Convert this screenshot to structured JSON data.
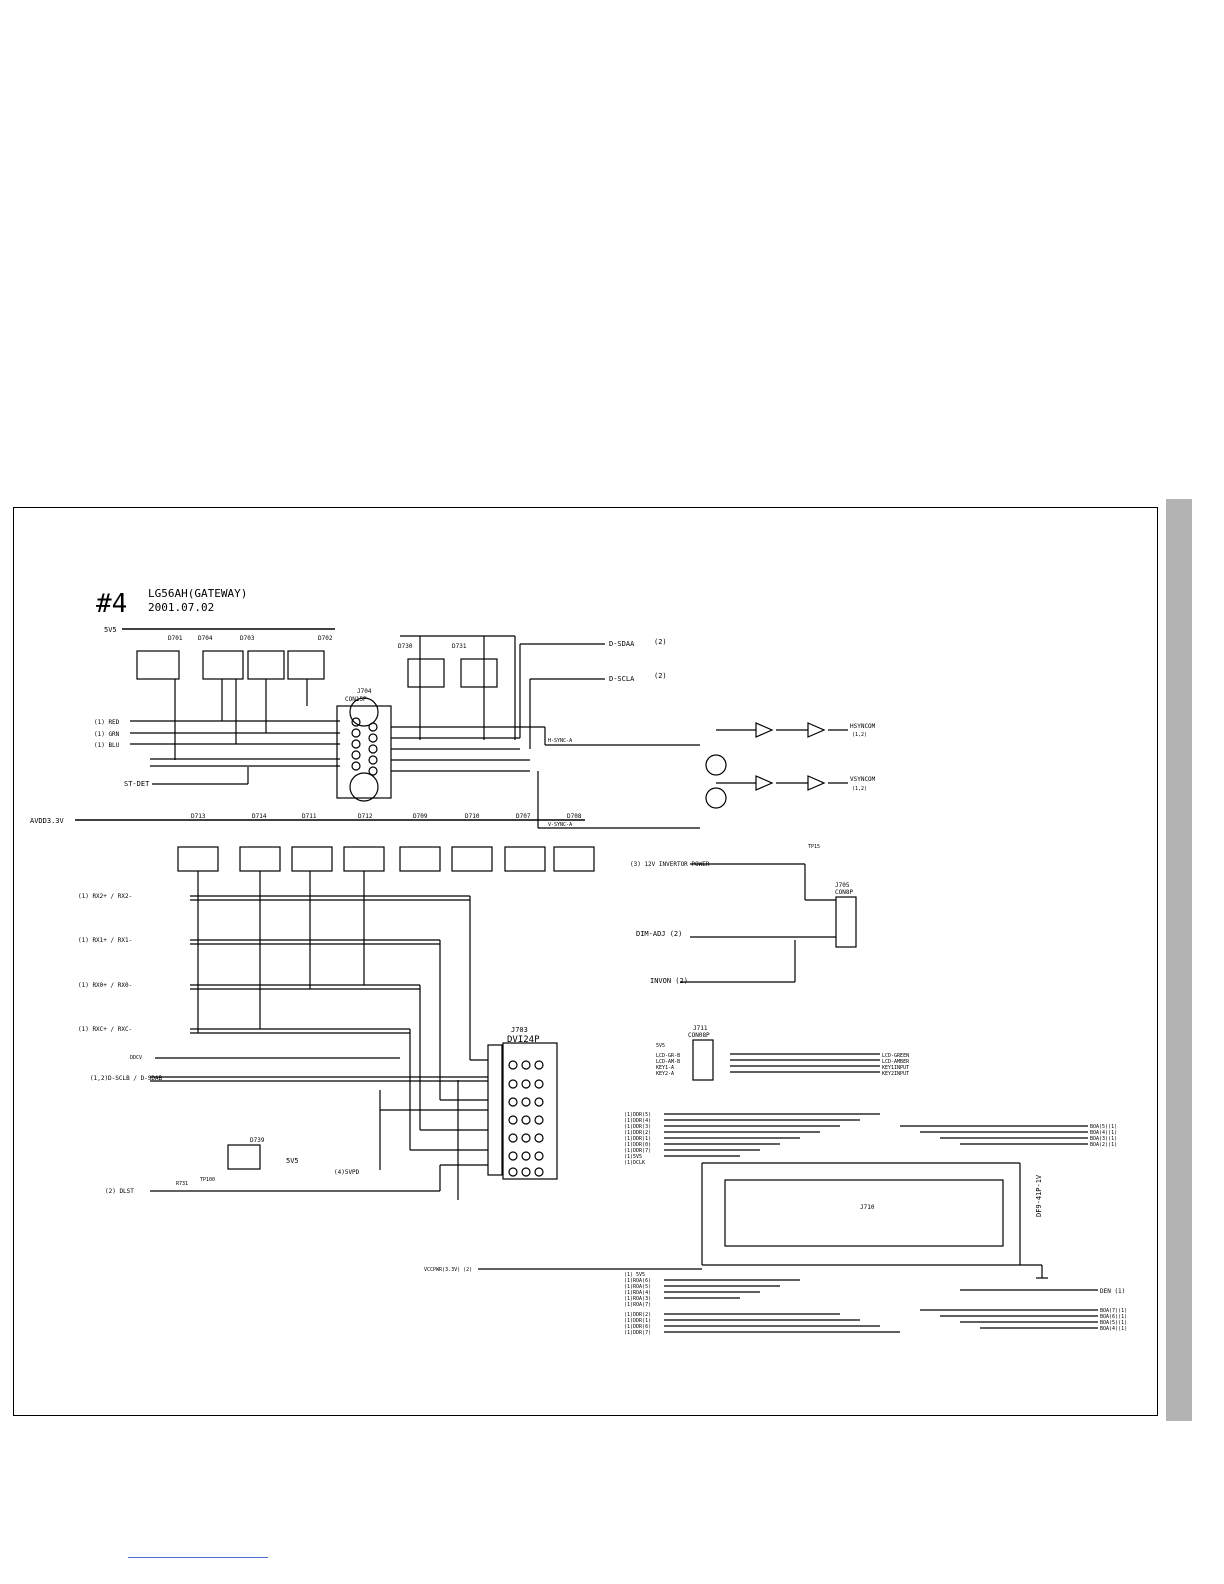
{
  "sheet": {
    "number": "#4",
    "title": "LG56AH(GATEWAY)",
    "date": "2001.07.02"
  },
  "rails": {
    "v5": "5V5",
    "avdd": "AVDD3.3V"
  },
  "vga": {
    "connector_ref": "J704",
    "connector_name": "CON15P",
    "inputs": [
      "(1) RED",
      "(1) GRN",
      "(1) BLU"
    ],
    "st_det": "ST-DET",
    "ddc": [
      "D-SDAA",
      "D-SCLA"
    ],
    "ddc_pages": [
      "(2)",
      "(2)"
    ],
    "hsync_label": "H-SYNC-A",
    "vsync_label": "V-SYNC-A",
    "hsync_out": "HSYNCOM",
    "vsync_out": "VSYNCOM",
    "sync_pages": [
      "(1,2)",
      "(1,2)"
    ]
  },
  "dvi": {
    "connector_ref": "J703",
    "connector_name": "DVI24P",
    "pairs": [
      "(1) RX2+ / RX2-",
      "(1) RX1+ / RX1-",
      "(1) RX0+ / RX0-",
      "(1) RXC+ / RXC-"
    ],
    "ddc": "(1,2)D-SCLB / D-SDAB",
    "ddcv": "DDCV",
    "hplg": "(2) DLST",
    "hplg_res": "R731",
    "tp_label": "TP100",
    "pwr": "(4)5VPD"
  },
  "diodes": [
    "D701",
    "D704",
    "D703",
    "D702",
    "D730",
    "D731",
    "D713",
    "D714",
    "D711",
    "D712",
    "D709",
    "D710",
    "D707",
    "D708",
    "D739"
  ],
  "inverter": {
    "power": "(3) 12V INVERTOR POWER",
    "connector_ref": "J705",
    "connector_name": "CON8P",
    "dim": "DIM-ADJ (2)",
    "inv_on": "INVON (2)",
    "tp": "TP15"
  },
  "keypad": {
    "connector_ref": "J711",
    "connector_name": "CON08P",
    "signals": [
      "LCD-GREEN",
      "LCD-AMBER",
      "KEY1INPUT",
      "KEY2INPUT"
    ],
    "inputs": [
      "5V5",
      "LCD-GR-B",
      "LCD-AM-B",
      "KEY1-A",
      "KEY2-A"
    ]
  },
  "panel": {
    "connector_ref": "J710",
    "connector_name": "DF9-41P-1V",
    "left_signals": [
      "(1)DDR(5)",
      "(1)DDR(4)",
      "(1)DDR(3)",
      "(1)DDR(2)",
      "(1)DDR(1)",
      "(1)DDR(0)",
      "(1)DDR(7)",
      "(1)5V5",
      "(1)DCLK"
    ],
    "right_signals": [
      "BOA(5)(1)",
      "BOA(4)(1)",
      "BOA(3)(1)",
      "BOA(2)(1)"
    ],
    "bottom_left": [
      "(1) 5V5",
      "(1)ROA(6)",
      "(1)ROA(5)",
      "(1)ROA(4)",
      "(1)ROA(3)",
      "(1)ROA(7)"
    ],
    "bottom_left2": [
      "(1)DDR(2)",
      "(1)DDR(1)",
      "(1)DDR(6)",
      "(1)DDR(7)"
    ],
    "bottom_right": [
      "BOA(7)(1)",
      "BOA(6)(1)",
      "BOA(5)(1)",
      "BOA(4)(1)"
    ],
    "den": "DEN (1)",
    "vcc": "VCCPWR(3.3V) (2)"
  }
}
